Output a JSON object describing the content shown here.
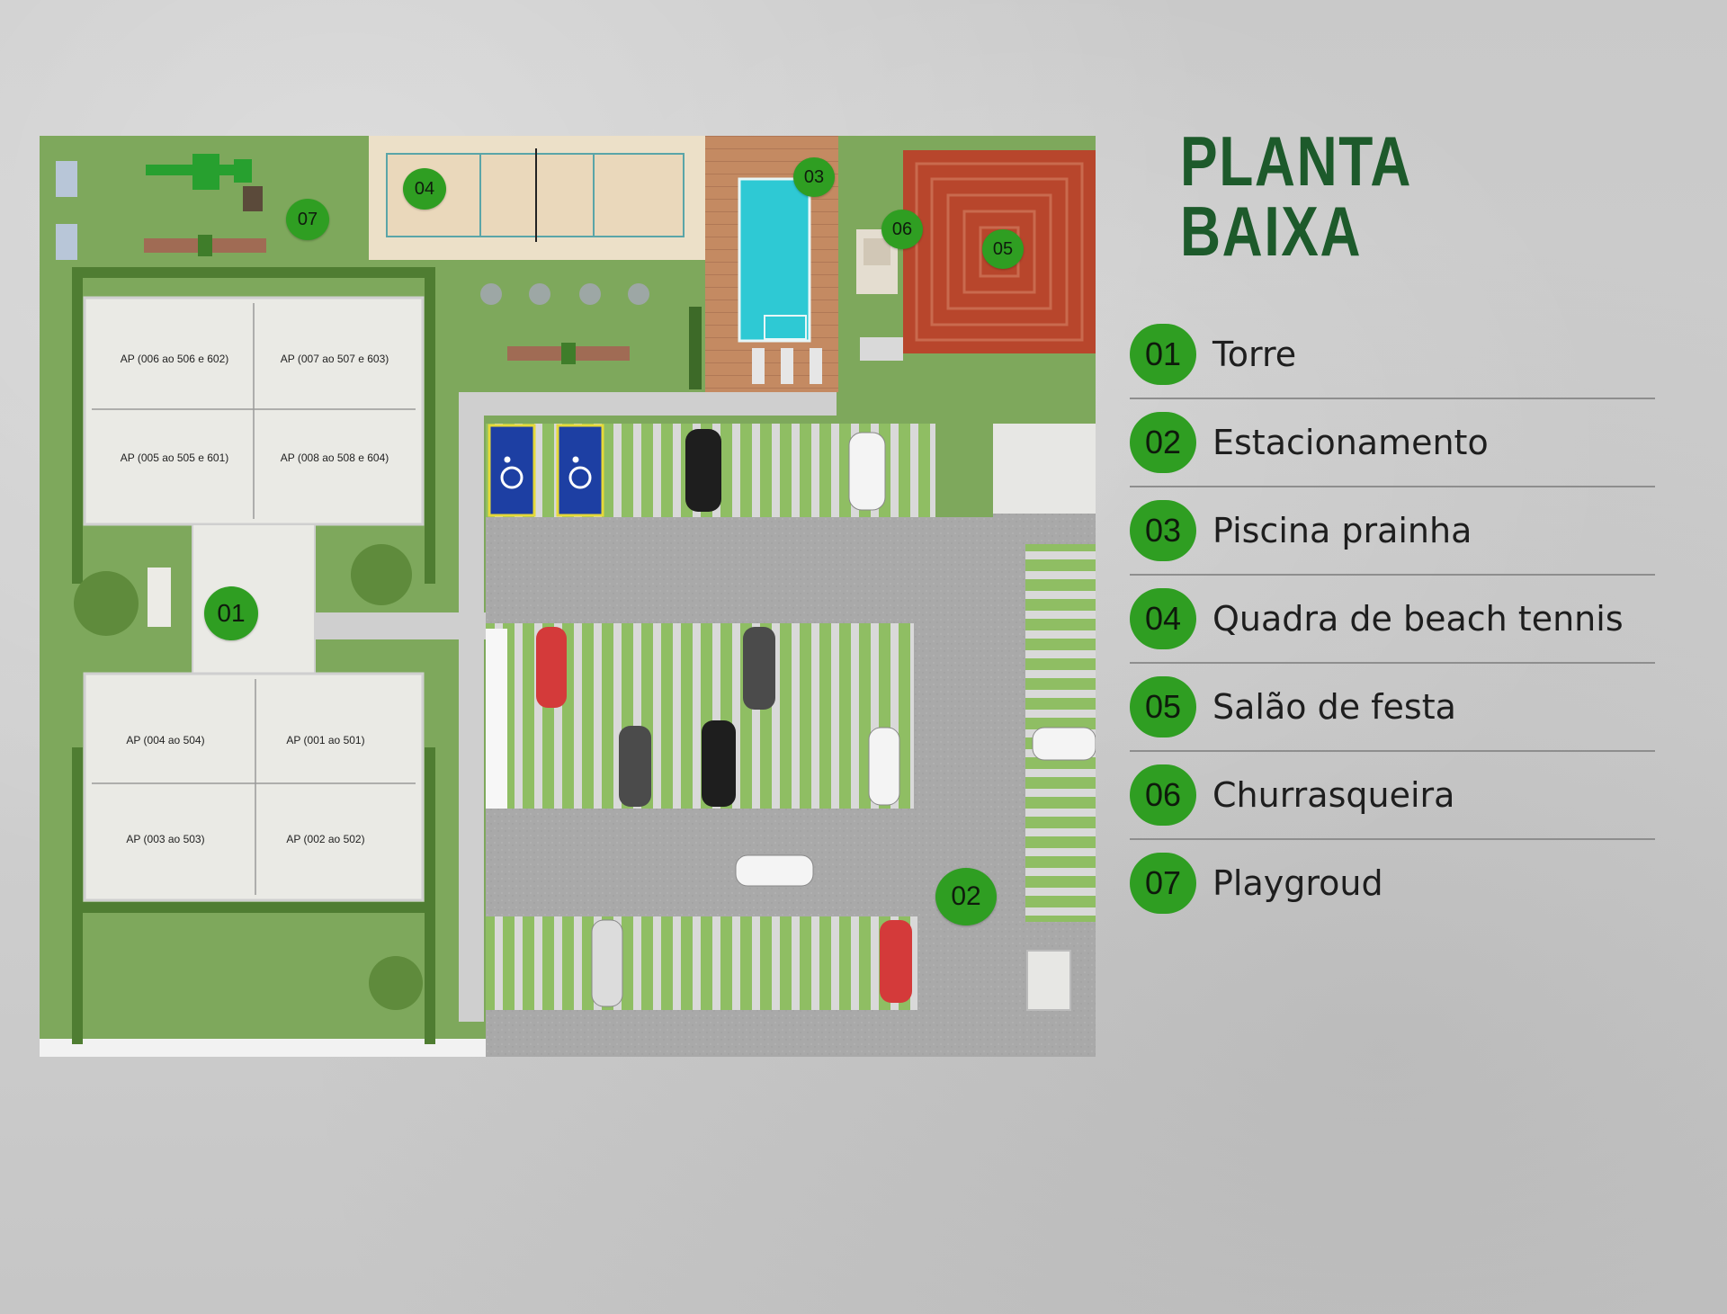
{
  "title": "PLANTA BAIXA",
  "legend": [
    {
      "number": "01",
      "label": "Torre"
    },
    {
      "number": "02",
      "label": "Estacionamento"
    },
    {
      "number": "03",
      "label": "Piscina prainha"
    },
    {
      "number": "04",
      "label": "Quadra de beach tennis"
    },
    {
      "number": "05",
      "label": "Salão de festa"
    },
    {
      "number": "06",
      "label": "Churrasqueira"
    },
    {
      "number": "07",
      "label": "Playgroud"
    }
  ],
  "plan": {
    "markers": [
      "01",
      "02",
      "03",
      "04",
      "05",
      "06",
      "07"
    ],
    "apartments": [
      "AP (006 ao 506 e 602)",
      "AP (007 ao 507 e 603)",
      "AP (005 ao 505 e 601)",
      "AP (008 ao 508 e 604)",
      "AP (004 ao 504)",
      "AP (001 ao 501)",
      "AP (003 ao 503)",
      "AP (002 ao 502)"
    ]
  },
  "colors": {
    "accent_green": "#2f9e22",
    "title_green": "#1d5a2b",
    "lawn": "#7ea85c",
    "pool": "#2ec9d4",
    "party_hall": "#b8462c",
    "car_red": "#d43a3a"
  }
}
